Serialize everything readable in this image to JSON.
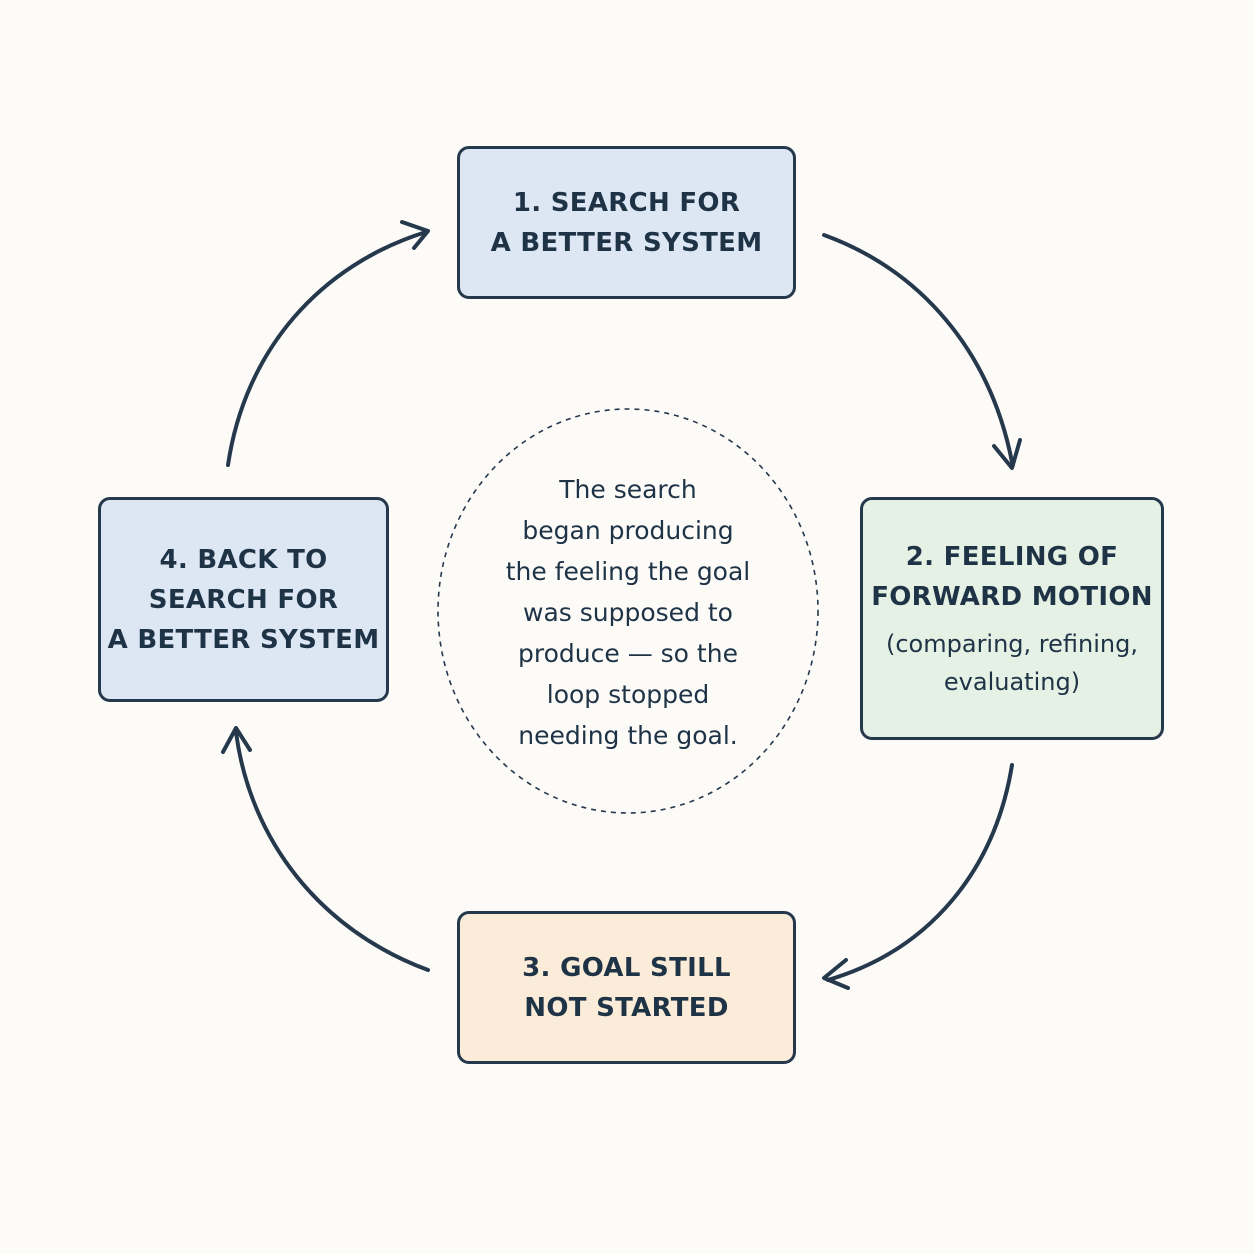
{
  "steps": [
    {
      "number": "1.",
      "title_lines": [
        "1. SEARCH FOR",
        "A BETTER SYSTEM"
      ],
      "color": "#dde7f4"
    },
    {
      "number": "2.",
      "title_lines": [
        "2. FEELING OF",
        "FORWARD MOTION"
      ],
      "sub_lines": [
        "(comparing, refining,",
        "evaluating)"
      ],
      "color": "#e5f1e4"
    },
    {
      "number": "3.",
      "title_lines": [
        "3. GOAL STILL",
        "NOT STARTED"
      ],
      "color": "#faecd8"
    },
    {
      "number": "4.",
      "title_lines": [
        "4. BACK TO",
        "SEARCH FOR",
        "A BETTER SYSTEM"
      ],
      "color": "#dde7f4"
    }
  ],
  "center_note": {
    "lines": [
      "The search",
      "began producing",
      "the feeling the goal",
      "was supposed to",
      "produce — so the",
      "loop stopped",
      "needing the goal."
    ]
  },
  "colors": {
    "stroke": "#25384c",
    "background": "#fcfbf8"
  },
  "connectors": [
    {
      "from": "step-1",
      "to": "step-2"
    },
    {
      "from": "step-2",
      "to": "step-3"
    },
    {
      "from": "step-3",
      "to": "step-4"
    },
    {
      "from": "step-4",
      "to": "step-1"
    }
  ]
}
